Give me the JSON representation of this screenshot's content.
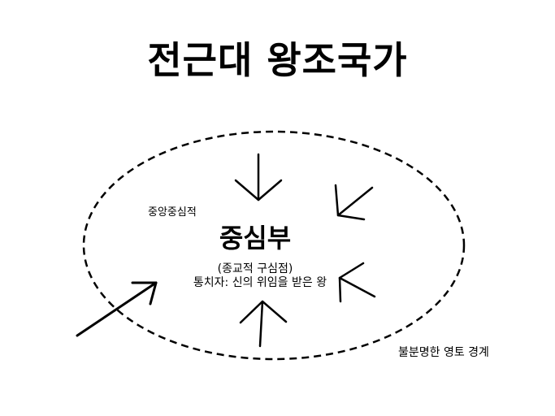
{
  "title": "전근대 왕조국가",
  "center": {
    "title": "중심부",
    "subtitle": "(종교적 구심점)",
    "ruler": "통치자: 신의 위임을 받은 왕"
  },
  "labels": {
    "centralization": "중앙중심적",
    "boundary": "불분명한 영토 경계"
  },
  "colors": {
    "ink": "#000000",
    "background": "#ffffff"
  }
}
